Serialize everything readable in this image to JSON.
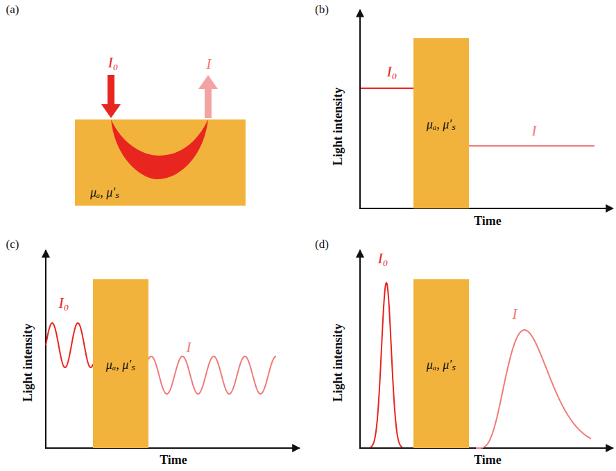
{
  "diagram": {
    "nodes": [
      {
        "text": [
          "μₐ, μ′ₛ"
        ]
      },
      {
        "text": [
          "μₐ, μ′ₛ"
        ]
      },
      {
        "text": [
          "μₐ, μ′ₛ"
        ]
      },
      {
        "text": [
          "μₐ, μ′ₛ"
        ]
      }
    ],
    "labels": [
      "(a)",
      "I₀",
      "I",
      "(b)",
      "Light intensity",
      "Time",
      "I₀",
      "I",
      "(c)",
      "Light intensity",
      "Time",
      "I₀",
      "I",
      "(d)",
      "Light intensity",
      "Time",
      "I₀",
      "I"
    ]
  }
}
